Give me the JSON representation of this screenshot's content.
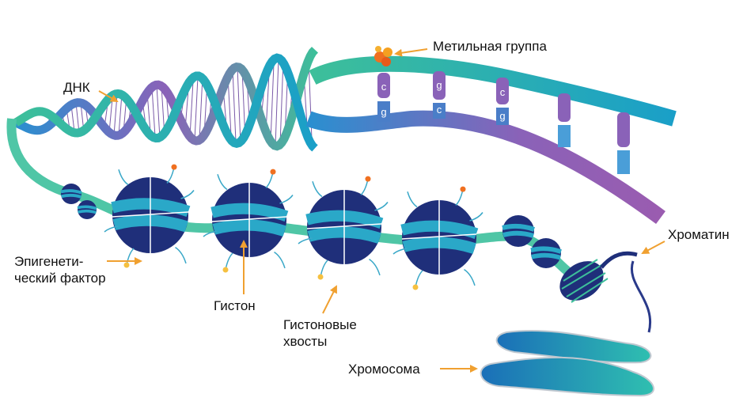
{
  "labels": {
    "methyl_group": "Метильная группа",
    "dna": "ДНК",
    "chromatin": "Хроматин",
    "epigenetic_factor_line1": "Эпигенети-",
    "epigenetic_factor_line2": "ческий фактор",
    "histone": "Гистон",
    "histone_tails_line1": "Гистоновые",
    "histone_tails_line2": "хвосты",
    "chromosome": "Хромосома"
  },
  "base_pairs": [
    {
      "top": "c",
      "bottom": "g"
    },
    {
      "top": "g",
      "bottom": "c"
    },
    {
      "top": "c",
      "bottom": "g"
    }
  ],
  "colors": {
    "arrow": "#f0a030",
    "green": "#3dbf9a",
    "blue": "#2a8fd0",
    "purple": "#8a62b8",
    "navy": "#1f2f7a",
    "methyl": "#f07020"
  }
}
